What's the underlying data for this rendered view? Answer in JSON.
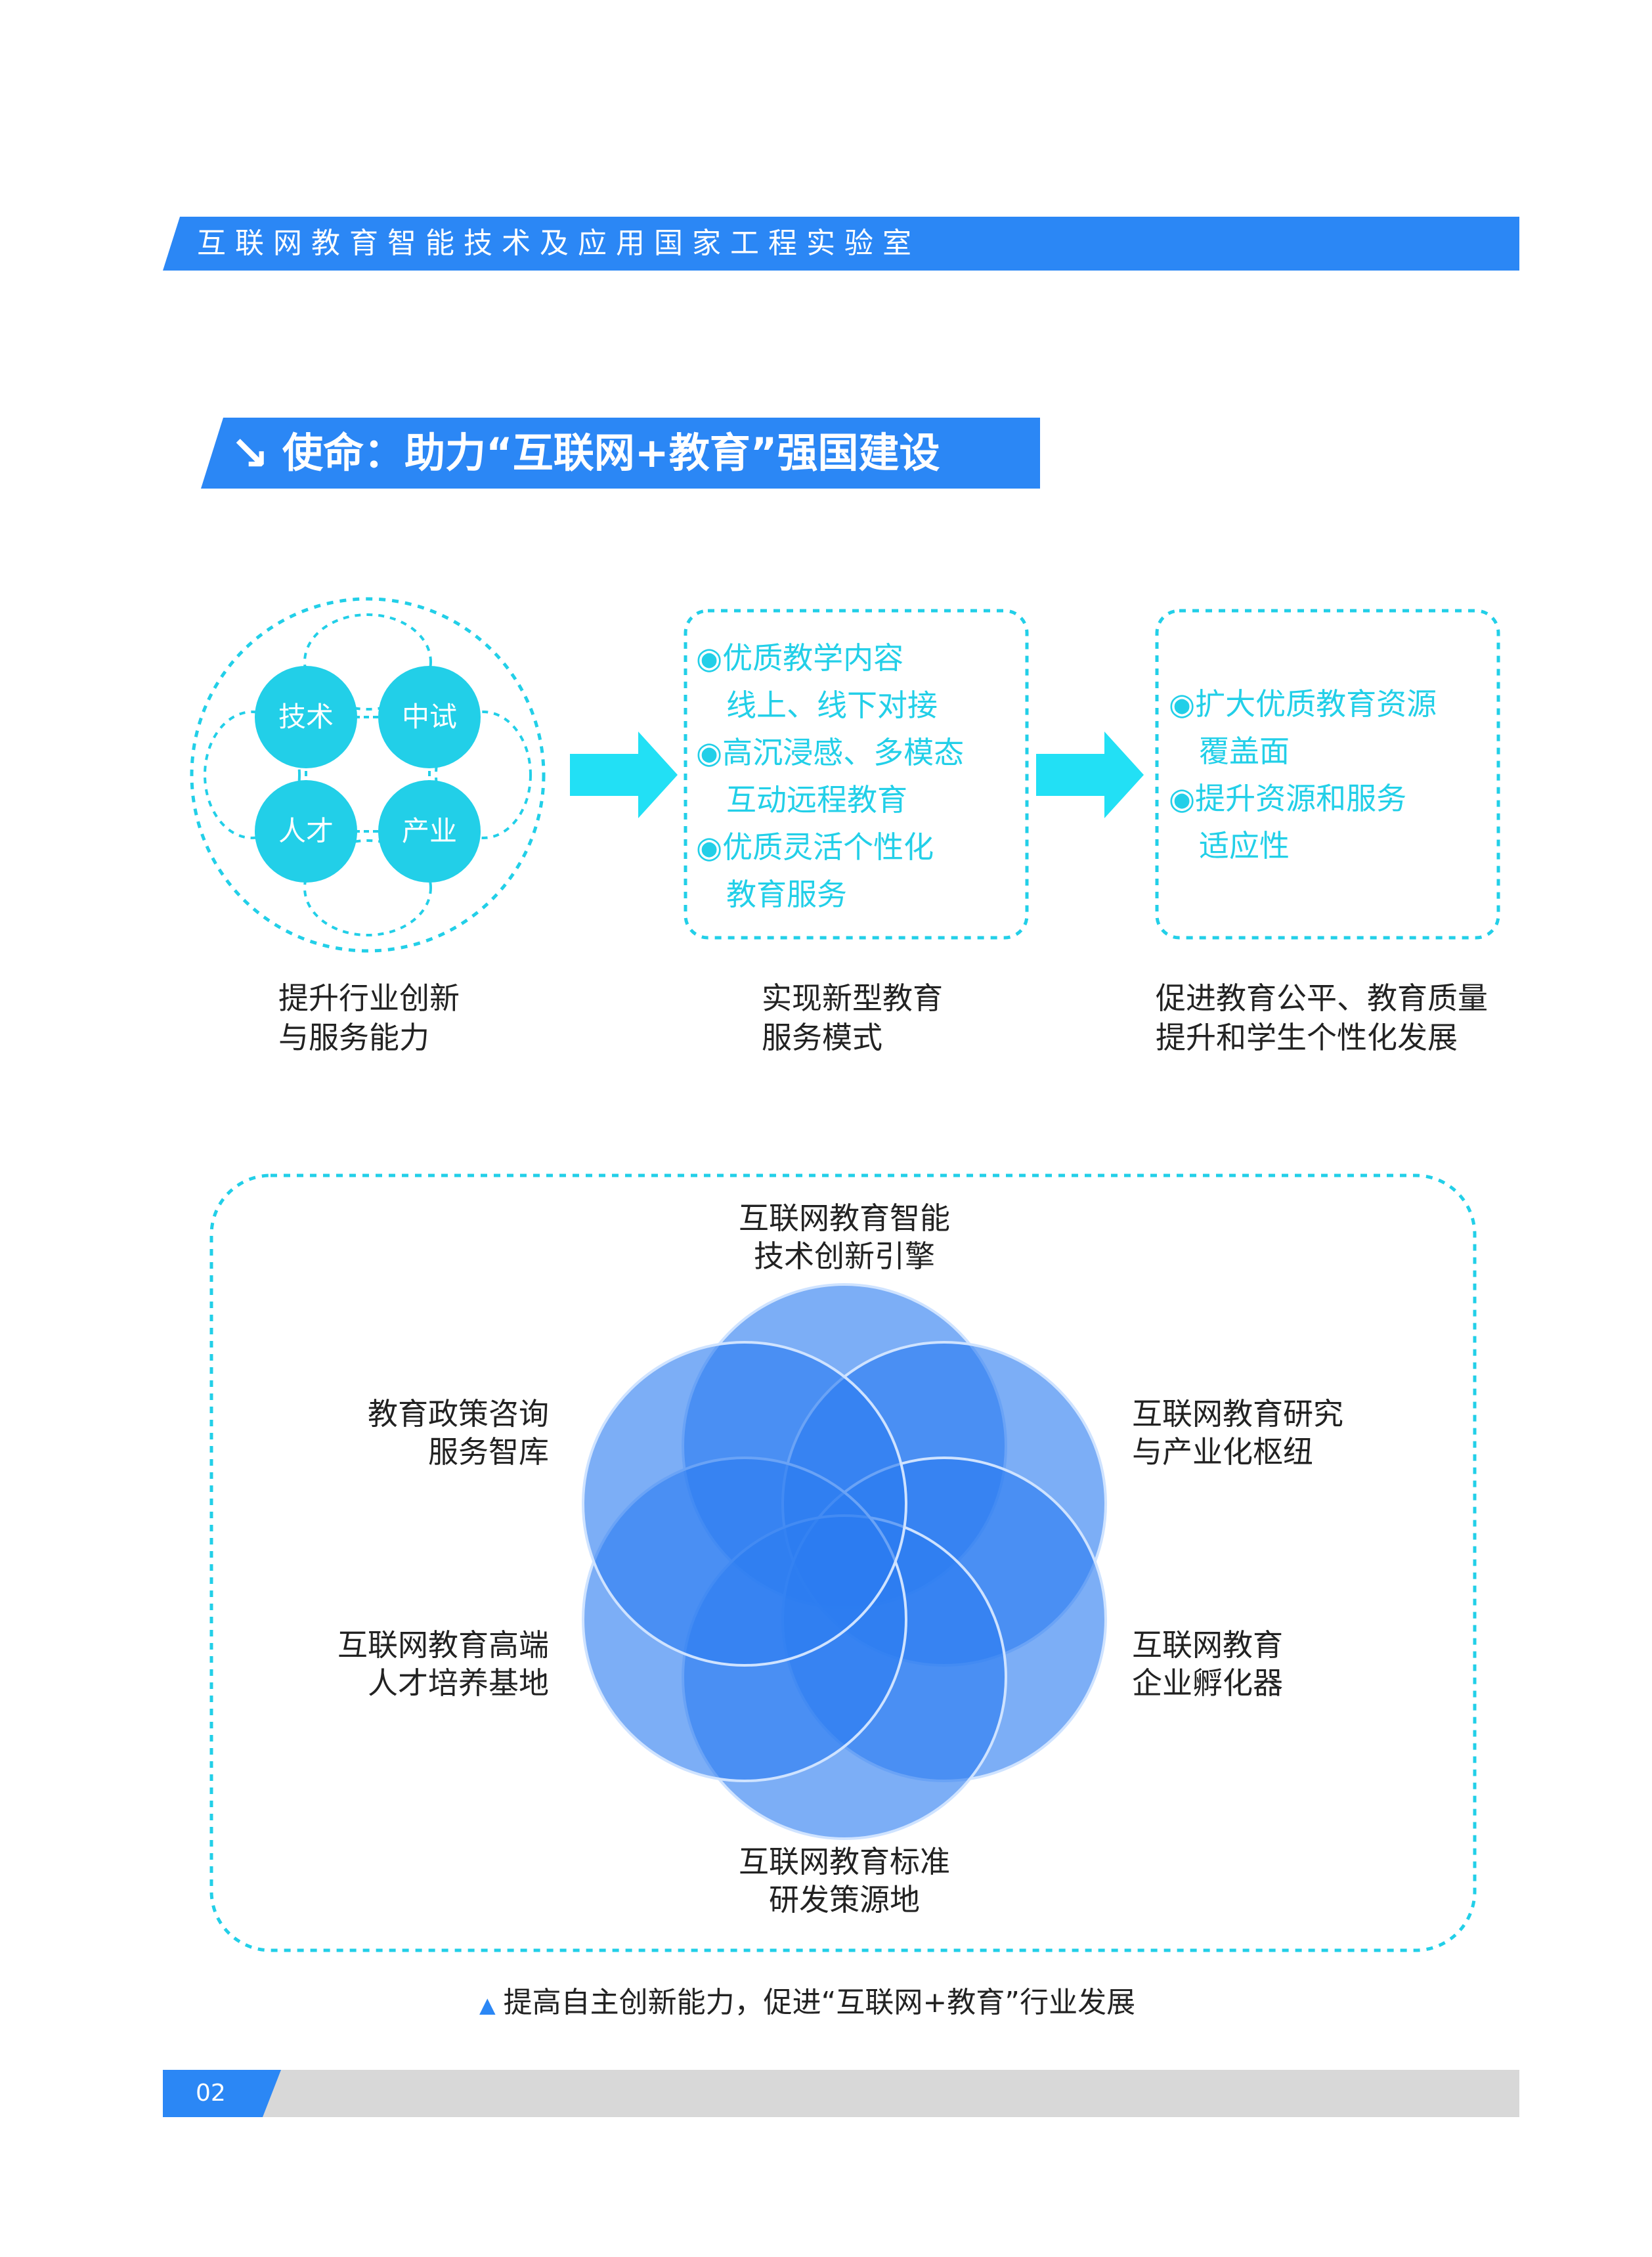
{
  "header": {
    "title": "互联网教育智能技术及应用国家工程实验室"
  },
  "section": {
    "arrow_icon": "arrow-down-right-icon",
    "title": "使命：助力“互联网+教育”强国建设"
  },
  "flow": {
    "nodes": [
      "技术",
      "中试",
      "人才",
      "产业"
    ],
    "box1_lines": [
      "◉优质教学内容",
      "　线上、线下对接",
      "◉高沉浸感、多模态",
      "　互动远程教育",
      "◉优质灵活个性化",
      "　教育服务"
    ],
    "box2_lines": [
      "◉扩大优质教育资源",
      "　覆盖面",
      "◉提升资源和服务",
      "　适应性"
    ],
    "captions": [
      [
        "提升行业创新",
        "与服务能力"
      ],
      [
        "实现新型教育",
        "服务模式"
      ],
      [
        "促进教育公平、教育质量",
        "提升和学生个性化发展"
      ]
    ],
    "colors": {
      "cyan": "#22cfe8",
      "blue": "#2b87f5"
    }
  },
  "venn": {
    "top": [
      "互联网教育智能",
      "技术创新引擎"
    ],
    "upper_right": [
      "互联网教育研究",
      "与产业化枢纽"
    ],
    "lower_right": [
      "互联网教育",
      "企业孵化器"
    ],
    "bottom": [
      "互联网教育标准",
      "研发策源地"
    ],
    "lower_left": [
      "互联网教育高端",
      "人才培养基地"
    ],
    "upper_left": [
      "教育政策咨询",
      "服务智库"
    ]
  },
  "footer": {
    "caption_icon": "triangle-up-icon",
    "caption": "提高自主创新能力，促进“互联网+教育”行业发展",
    "page_number": "02"
  }
}
